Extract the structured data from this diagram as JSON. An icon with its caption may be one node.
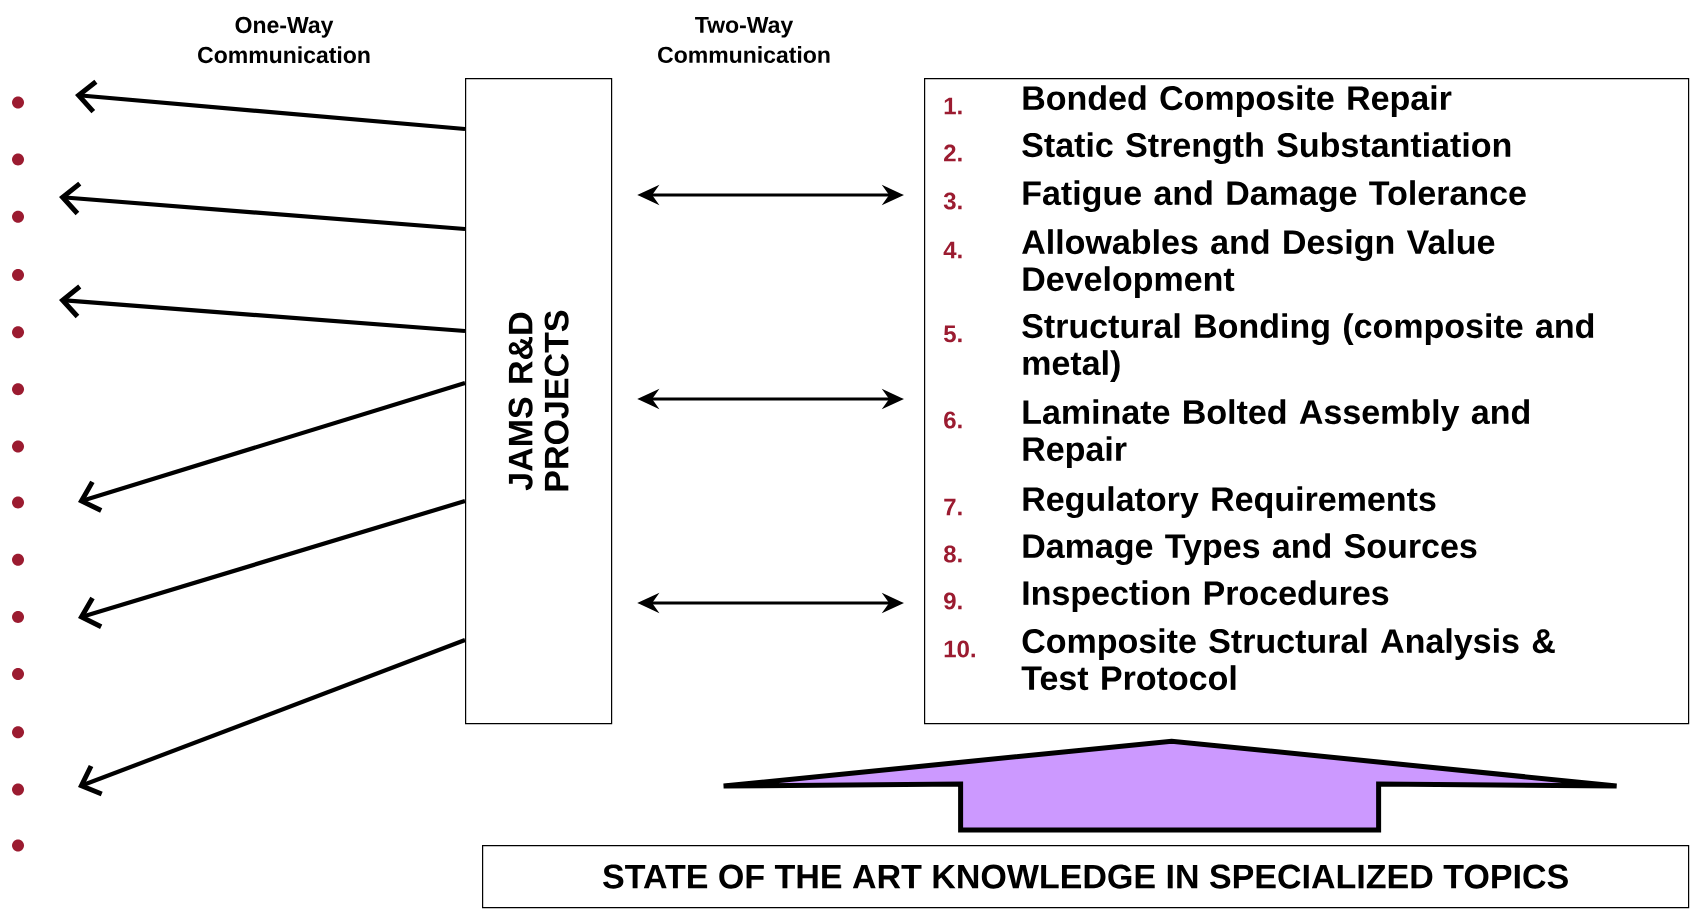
{
  "diagram": {
    "nodes": [
      {
        "text": [
          "JAMS R&D PROJECTS"
        ]
      },
      {
        "text": [
          "1.",
          "Bonded Composite Repair",
          "2.",
          "Static Strength Substantiation",
          "3.",
          "Fatigue and Damage Tolerance",
          "4.",
          "Allowables and Design Value Development",
          "5.",
          "Structural Bonding (composite and metal)",
          "6.",
          "Laminate Bolted Assembly and Repair",
          "7.",
          "Regulatory Requirements",
          "8.",
          "Damage Types and Sources",
          "9.",
          "Inspection Procedures",
          "10.",
          "Composite Structural Analysis & Test Protocol"
        ]
      },
      {
        "text": [
          "STATE OF THE ART KNOWLEDGE IN SPECIALIZED TOPICS"
        ]
      }
    ],
    "edges": [
      {
        "from": 0,
        "to": null,
        "arrow": "to"
      },
      {
        "from": 0,
        "to": null,
        "arrow": "to"
      },
      {
        "from": 0,
        "to": null,
        "arrow": "to"
      },
      {
        "from": 0,
        "to": null,
        "arrow": "to"
      },
      {
        "from": 0,
        "to": null,
        "arrow": "to"
      },
      {
        "from": 0,
        "to": null,
        "arrow": "to"
      },
      {
        "from": 0,
        "to": 1,
        "arrow": "both"
      },
      {
        "from": 0,
        "to": 1,
        "arrow": "both"
      },
      {
        "from": 0,
        "to": 1,
        "arrow": "both"
      },
      {
        "from": 2,
        "to": 1,
        "arrow": "to",
        "style": "thick"
      }
    ],
    "labels": [
      "One-Way Communication",
      "Two-Way Communication"
    ]
  }
}
